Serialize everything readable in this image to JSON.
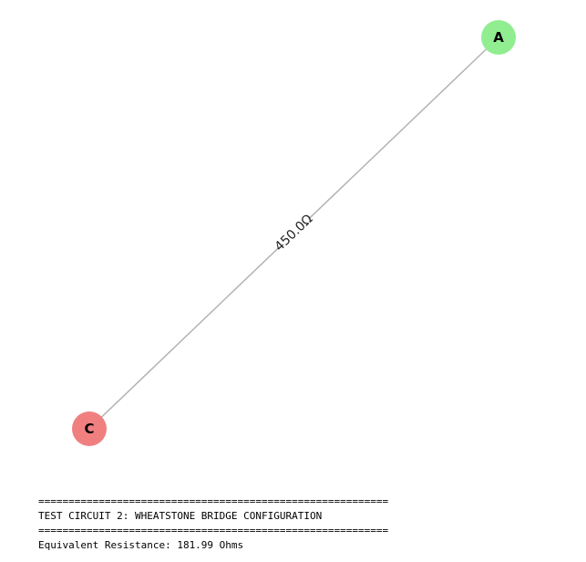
{
  "graph": {
    "nodes": [
      {
        "id": "A",
        "label": "A",
        "color": "#90ee90"
      },
      {
        "id": "C",
        "label": "C",
        "color": "#f08080"
      }
    ],
    "edges": [
      {
        "source": "A",
        "target": "C",
        "label": "450.0Ω",
        "color": "#b3b3b3"
      }
    ]
  },
  "console": {
    "rule_top": "==========================================================",
    "heading": "TEST CIRCUIT 2: WHEATSTONE BRIDGE CONFIGURATION",
    "rule_bottom": "==========================================================",
    "result": "Equivalent Resistance: 181.99 Ohms"
  }
}
